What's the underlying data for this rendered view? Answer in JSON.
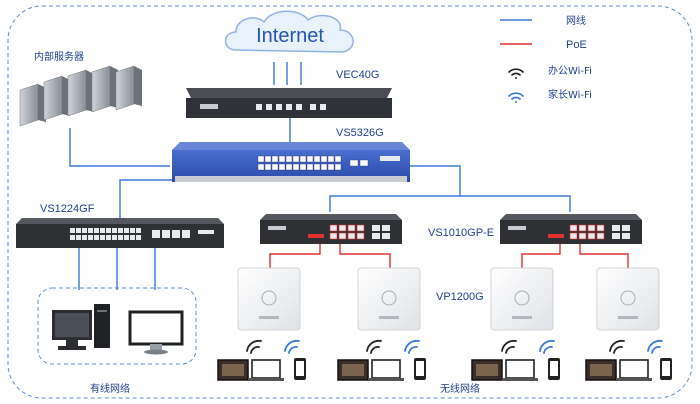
{
  "legend": {
    "cable": "网线",
    "poe": "PoE",
    "office_wifi": "办公Wi-Fi",
    "home_wifi": "家长Wi-Fi"
  },
  "devices": {
    "internet": "Internet",
    "gateway": "VEC40G",
    "core_switch": "VS5326G",
    "access_switch": "VS1224GF",
    "poe_switch": "VS1010GP-E",
    "ap": "VP1200G",
    "servers": "内部服务器"
  },
  "groups": {
    "wired": "有线网络",
    "wireless": "无线网络"
  },
  "colors": {
    "cable": "#3a78d8",
    "poe": "#e03030",
    "label": "#1f3f8f",
    "dash_border": "#5b8fd0"
  }
}
